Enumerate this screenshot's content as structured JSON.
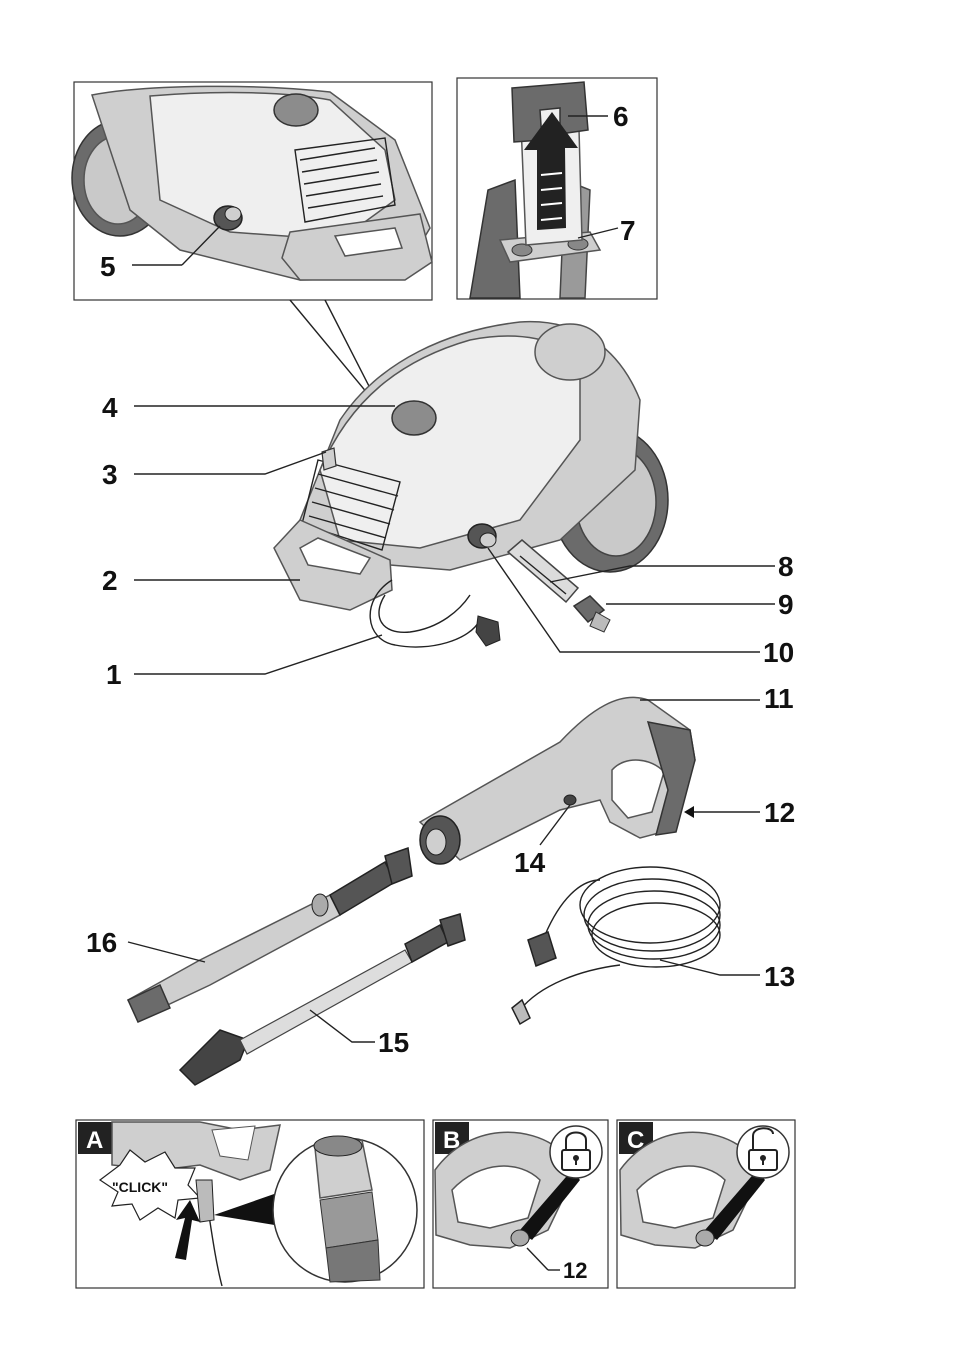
{
  "callouts": {
    "c1": "1",
    "c2": "2",
    "c3": "3",
    "c4": "4",
    "c5": "5",
    "c6": "6",
    "c7": "7",
    "c8": "8",
    "c9": "9",
    "c10": "10",
    "c11": "11",
    "c12": "12",
    "c13": "13",
    "c14": "14",
    "c15": "15",
    "c16": "16"
  },
  "panels": {
    "a": {
      "letter": "A",
      "sound": "\"CLICK\""
    },
    "b": {
      "letter": "B",
      "callout": "12"
    },
    "c": {
      "letter": "C"
    }
  },
  "icons": {
    "locked": "padlock-closed-icon",
    "unlocked": "padlock-open-icon",
    "arrow": "arrow-up-icon"
  }
}
